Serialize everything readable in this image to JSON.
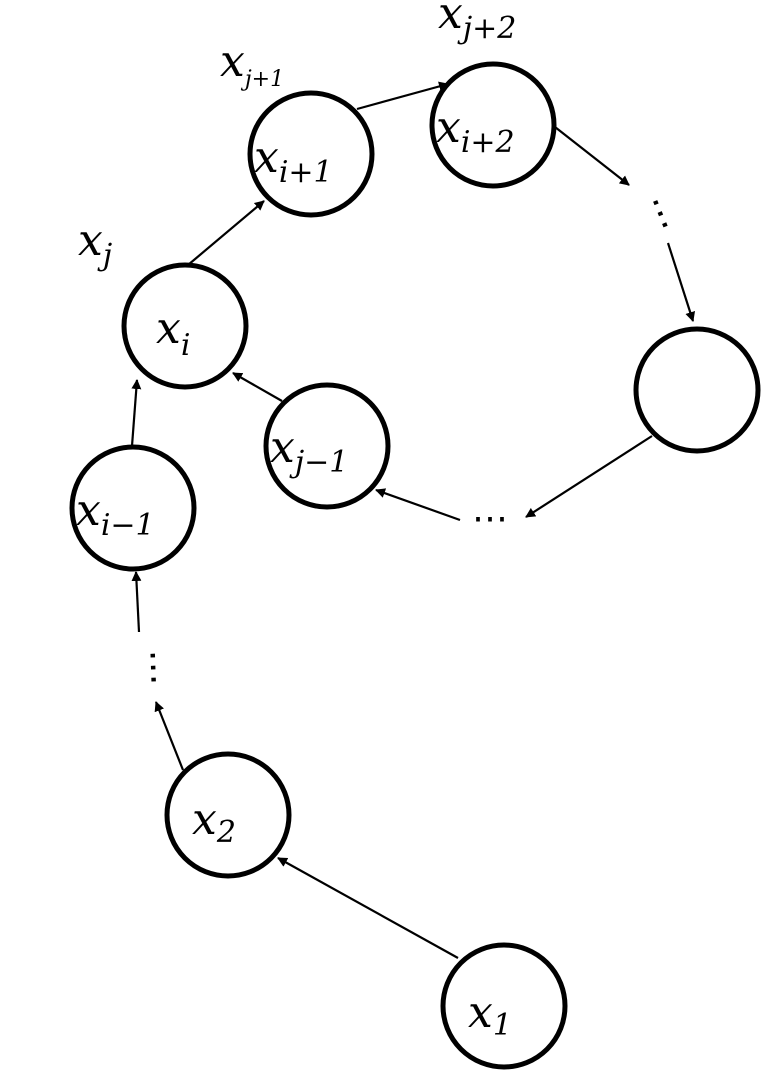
{
  "nodes": {
    "x1": {
      "base": "x",
      "sub": "1"
    },
    "x2": {
      "base": "x",
      "sub": "2"
    },
    "xim1": {
      "base": "x",
      "sub": "i−1"
    },
    "xi": {
      "base": "x",
      "sub": "i"
    },
    "xip1": {
      "base": "x",
      "sub": "i+1"
    },
    "xip2": {
      "base": "x",
      "sub": "i+2"
    },
    "xjm1": {
      "base": "x",
      "sub": "j−1"
    }
  },
  "outer_labels": {
    "xj": {
      "base": "x",
      "sub": "j"
    },
    "xjp1": {
      "base": "x",
      "sub": "j+1"
    },
    "xjp2": {
      "base": "x",
      "sub": "j+2"
    }
  },
  "ellipsis": "⋯"
}
